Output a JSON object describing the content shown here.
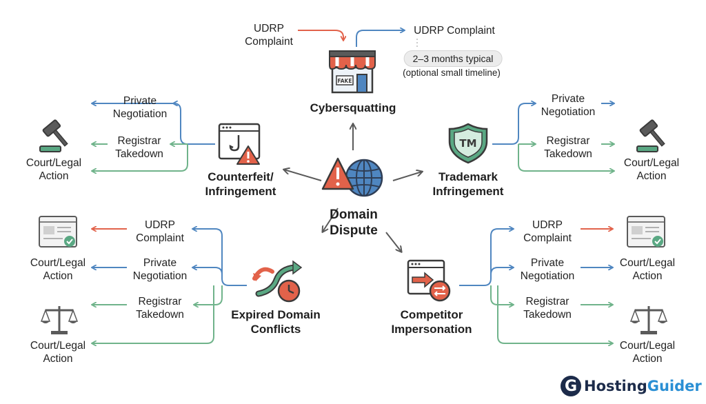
{
  "colors": {
    "udrp": "#e2624a",
    "negotiation": "#4f86c0",
    "takedown": "#6fb38a",
    "neutral": "#5a5a5a",
    "dark": "#3a3a3a"
  },
  "center": {
    "line1": "Domain",
    "line2": "Dispute"
  },
  "categories": {
    "cybersquatting": {
      "label": "Cybersquatting",
      "icon": "storefront-icon",
      "sign": "FAKE"
    },
    "counterfeit": {
      "line1": "Counterfeit/",
      "line2": "Infringement",
      "icon": "phishing-window-icon"
    },
    "trademark": {
      "line1": "Trademark",
      "line2": "Infringement",
      "icon": "tm-shield-icon",
      "mark": "TM"
    },
    "expired": {
      "line1": "Expired Domain",
      "line2": "Conflicts",
      "icon": "expired-arrows-clock-icon"
    },
    "competitor": {
      "line1": "Competitor",
      "line2": "Impersonation",
      "icon": "impersonation-window-icon"
    }
  },
  "top": {
    "udrp_in": {
      "line1": "UDRP",
      "line2": "Complaint"
    },
    "udrp_out": "UDRP Complaint",
    "timeline_pill": "2–3 months typical",
    "timeline_note": "(optional small timeline)"
  },
  "left_top": {
    "negotiation": {
      "line1": "Private",
      "line2": "Negotiation"
    },
    "takedown": {
      "line1": "Registrar",
      "line2": "Takedown"
    },
    "court": {
      "line1": "Court/Legal",
      "line2": "Action"
    }
  },
  "right_top": {
    "negotiation": {
      "line1": "Private",
      "line2": "Negotiation"
    },
    "takedown": {
      "line1": "Registrar",
      "line2": "Takedown"
    },
    "court": {
      "line1": "Court/Legal",
      "line2": "Action"
    }
  },
  "left_bottom": {
    "udrp": {
      "line1": "UDRP",
      "line2": "Complaint"
    },
    "negotiation": {
      "line1": "Private",
      "line2": "Negotiation"
    },
    "takedown": {
      "line1": "Registrar",
      "line2": "Takedown"
    },
    "court1": {
      "line1": "Court/Legal",
      "line2": "Action"
    },
    "court2": {
      "line1": "Court/Legal",
      "line2": "Action"
    }
  },
  "right_bottom": {
    "udrp": {
      "line1": "UDRP",
      "line2": "Complaint"
    },
    "negotiation": {
      "line1": "Private",
      "line2": "Negotiation"
    },
    "court1": {
      "line1": "Court/Legal",
      "line2": "Action"
    },
    "takedown": {
      "line1": "Registrar",
      "line2": "Takedown"
    },
    "court2": {
      "line1": "Court/Legal",
      "line2": "Action"
    }
  },
  "logo": {
    "mark": "G",
    "part1": "Hosting",
    "part2": "Guider"
  }
}
